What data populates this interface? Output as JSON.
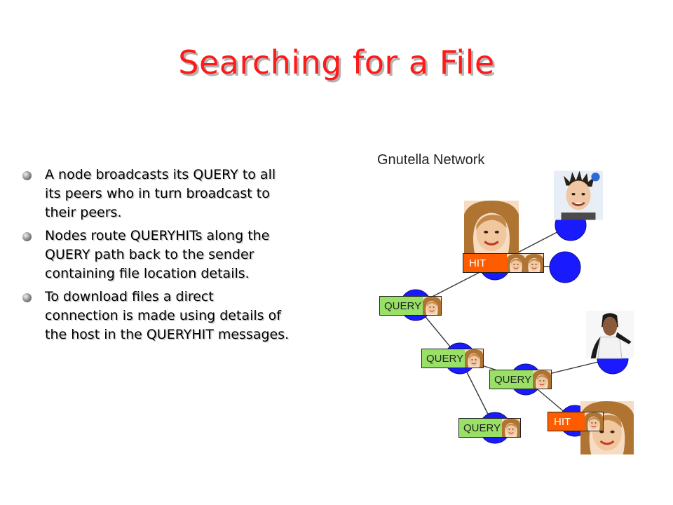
{
  "slide": {
    "title": "Searching for a File",
    "bullets": [
      "A node broadcasts its QUERY to all its peers who in turn broadcast to their peers.",
      "Nodes route QUERYHITs along the QUERY path back to the sender containing file location details.",
      "To download files a direct connection is made using details of the host in the QUERYHIT messages."
    ]
  },
  "diagram": {
    "network_label": "Gnutella Network",
    "query_label": "QUERY",
    "hit_label": "HIT"
  },
  "colors": {
    "title": "#ff1a1a",
    "node": "#1a1aff",
    "query_tag": "#99e066",
    "hit_tag": "#ff5c00"
  }
}
